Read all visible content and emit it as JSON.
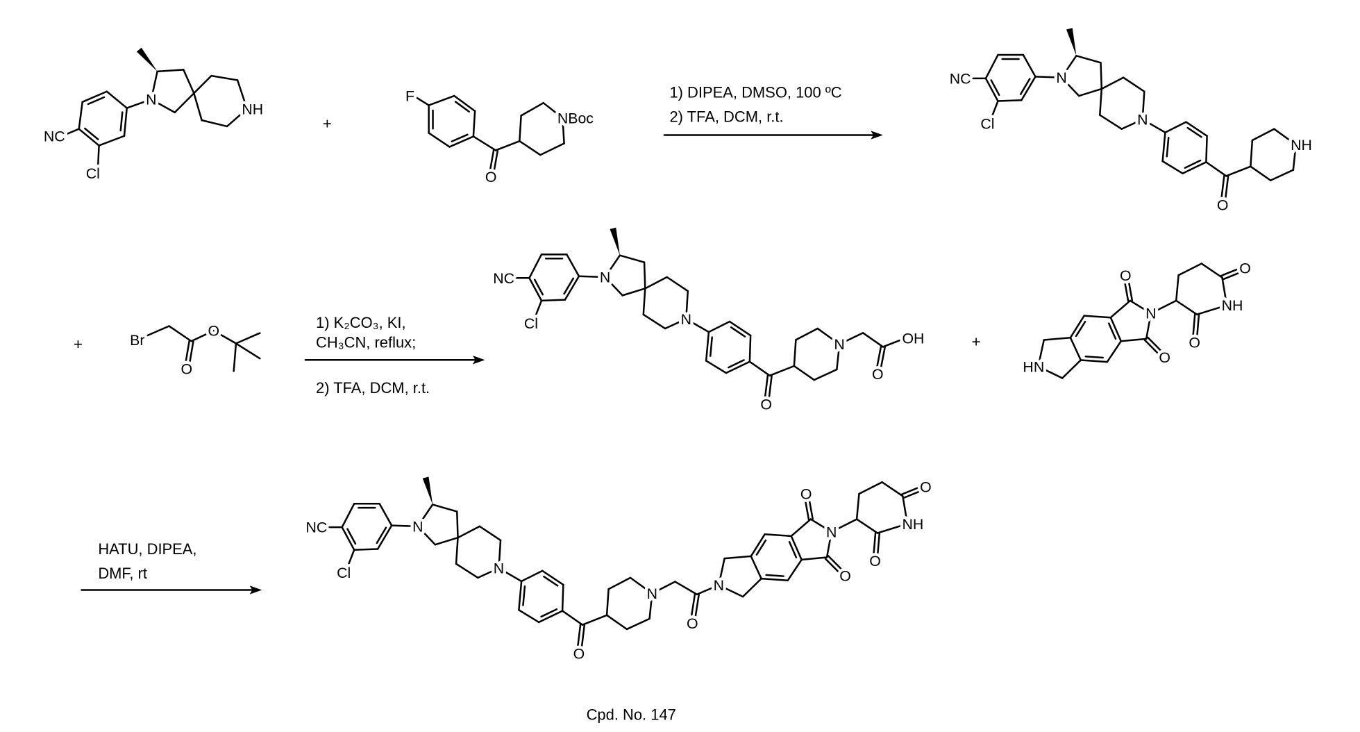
{
  "scheme": {
    "step1": {
      "plus": "+",
      "conditions": [
        "1) DIPEA, DMSO, 100 ºC",
        "2) TFA, DCM, r.t."
      ]
    },
    "step2": {
      "plus_left": "+",
      "conditions": [
        "1) K₂CO₃, KI,",
        "CH₃CN, reflux;",
        "2) TFA, DCM, r.t."
      ],
      "plus_right": "+"
    },
    "step3": {
      "conditions": [
        "HATU, DIPEA,",
        "DMF, rt"
      ]
    },
    "product_caption": "Cpd. No. 147"
  },
  "atoms": {
    "NC": "NC",
    "Cl": "Cl",
    "N": "N",
    "NH": "NH",
    "HN": "HN",
    "O": "O",
    "F": "F",
    "NBoc": "NBoc",
    "Br": "Br",
    "OH": "OH"
  },
  "colors": {
    "ink": "#000000",
    "background": "#ffffff"
  }
}
